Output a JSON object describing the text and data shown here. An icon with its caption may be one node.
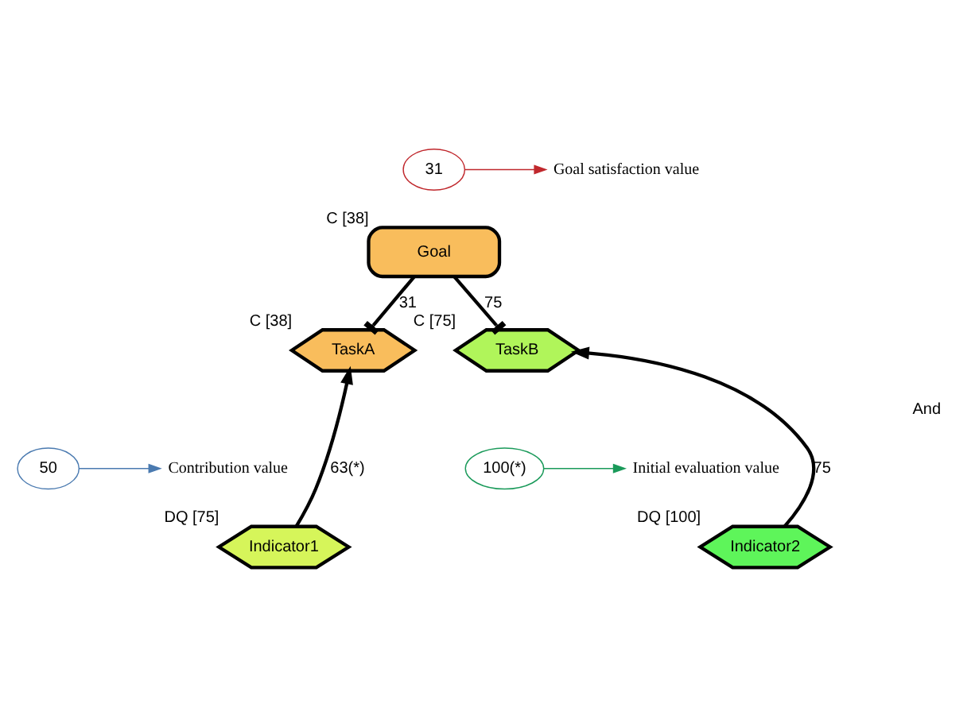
{
  "diagram": {
    "nodes": [
      {
        "text": [
          "31"
        ]
      },
      {
        "text": [
          "Goal satisfaction value"
        ]
      },
      {
        "text": [
          "Goal"
        ],
        "beside": [
          "C [38]"
        ]
      },
      {
        "text": [
          "TaskA"
        ],
        "beside": [
          "C [38]"
        ]
      },
      {
        "text": [
          "TaskB"
        ],
        "beside": [
          "C [75]"
        ]
      },
      {
        "text": [
          "50"
        ]
      },
      {
        "text": [
          "Contribution value"
        ]
      },
      {
        "text": [
          "100(*)"
        ]
      },
      {
        "text": [
          "Initial evaluation value"
        ]
      },
      {
        "text": [
          "Indicator1"
        ],
        "beside": [
          "DQ [75]"
        ]
      },
      {
        "text": [
          "Indicator2"
        ],
        "beside": [
          "DQ [100]"
        ]
      }
    ],
    "edges": [
      {
        "from": 0,
        "to": 1,
        "arrow": "to",
        "color": "#c0282d"
      },
      {
        "from": 2,
        "to": 3,
        "arrow": "other",
        "label": "31"
      },
      {
        "from": 2,
        "to": 4,
        "arrow": "other",
        "label": "75"
      },
      {
        "from": 9,
        "to": 3,
        "arrow": "to",
        "label": "63(*)"
      },
      {
        "from": 10,
        "to": 4,
        "arrow": "to",
        "label": "75"
      },
      {
        "from": 5,
        "to": 6,
        "arrow": "to",
        "color": "#4a7ab0"
      },
      {
        "from": 7,
        "to": 8,
        "arrow": "to",
        "color": "#1a9a5a"
      }
    ],
    "labels": [
      "And"
    ]
  }
}
